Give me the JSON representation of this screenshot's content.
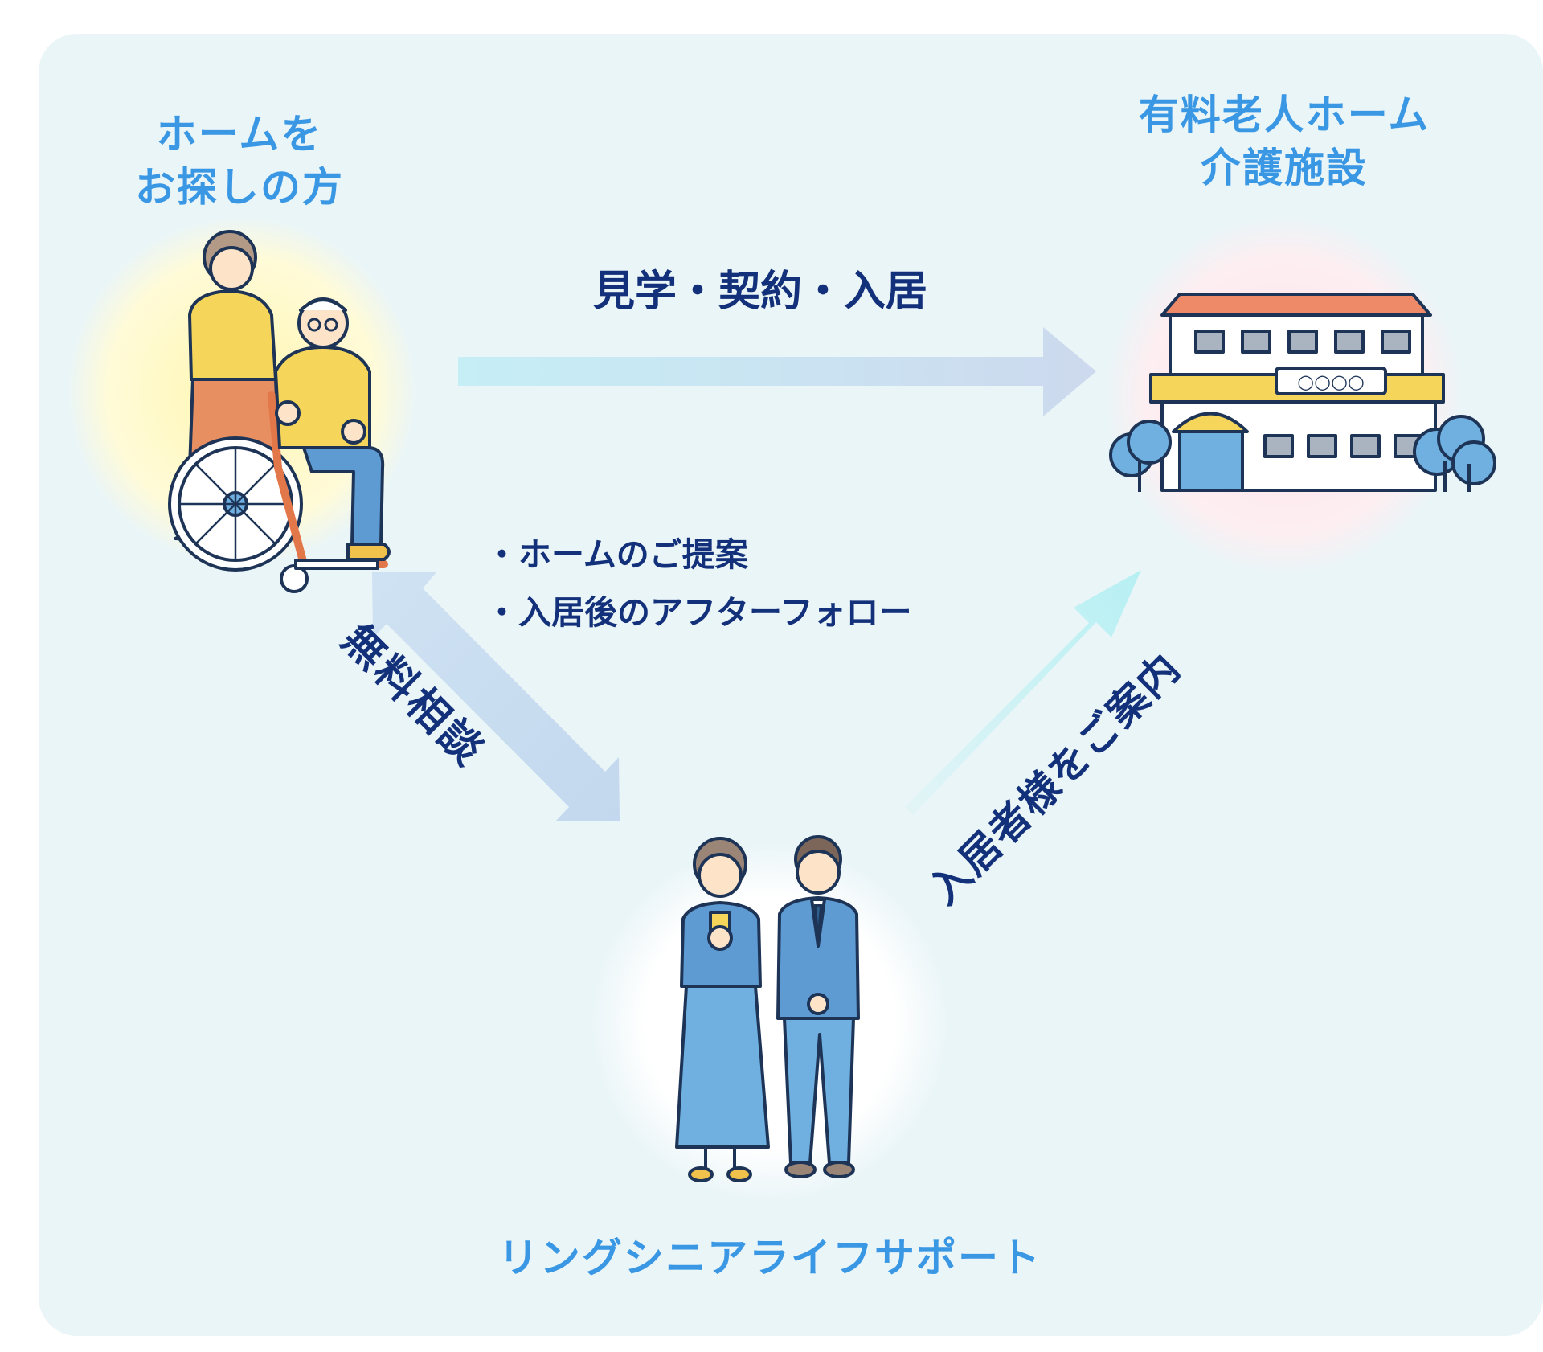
{
  "nodes": {
    "seeker": {
      "title_line1": "ホームを",
      "title_line2": "お探しの方",
      "glow_color": "#fff7b8"
    },
    "facility": {
      "title_line1": "有料老人ホーム",
      "title_line2": "介護施設",
      "glow_color": "#fde6ea"
    },
    "company": {
      "title": "リングシニアライフサポート",
      "glow_color": "#ffffff"
    }
  },
  "edges": {
    "top": {
      "label": "見学・契約・入居",
      "color": "#bfe5f3"
    },
    "left": {
      "label": "無料相談",
      "color": "#c8def2"
    },
    "right": {
      "label": "入居者様をご案内",
      "color": "#c2eef2"
    }
  },
  "services": [
    "ホームのご提案",
    "入居後のアフターフォロー"
  ],
  "facility_sign": "○○○○",
  "colors": {
    "title_blue": "#3a97e4",
    "label_navy": "#13307a",
    "panel_bg": "#eaf5f8"
  }
}
